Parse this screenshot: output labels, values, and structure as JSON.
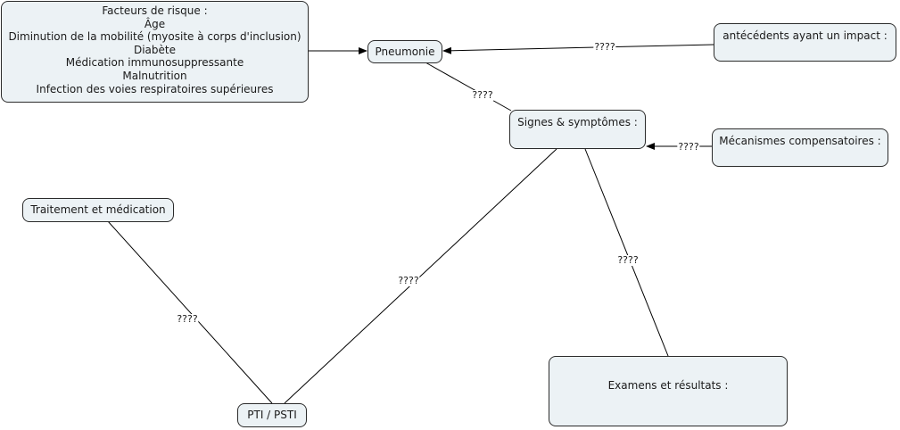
{
  "nodes": {
    "risk_factors": {
      "lines": [
        "Facteurs de risque :",
        "Âge",
        "Diminution de la mobilité (myosite à corps d'inclusion)",
        "Diabète",
        "Médication immunosuppressante",
        "Malnutrition",
        "Infection des voies respiratoires supérieures"
      ]
    },
    "pneumonia": {
      "label": "Pneumonie"
    },
    "history": {
      "label": "antécédents ayant un impact :"
    },
    "signs": {
      "label": "Signes & symptômes :"
    },
    "compensatory": {
      "label": "Mécanismes compensatoires :"
    },
    "treatment": {
      "label": "Traitement et médication"
    },
    "exams": {
      "label": "Examens et résultats :"
    },
    "pti": {
      "label": "PTI / PSTI"
    }
  },
  "links": {
    "history_to_pneumonia": "????",
    "pneumonia_to_signs": "????",
    "compensatory_to_signs": "????",
    "signs_to_exams": "????",
    "signs_to_pti": "????",
    "treatment_to_pti": "????"
  }
}
